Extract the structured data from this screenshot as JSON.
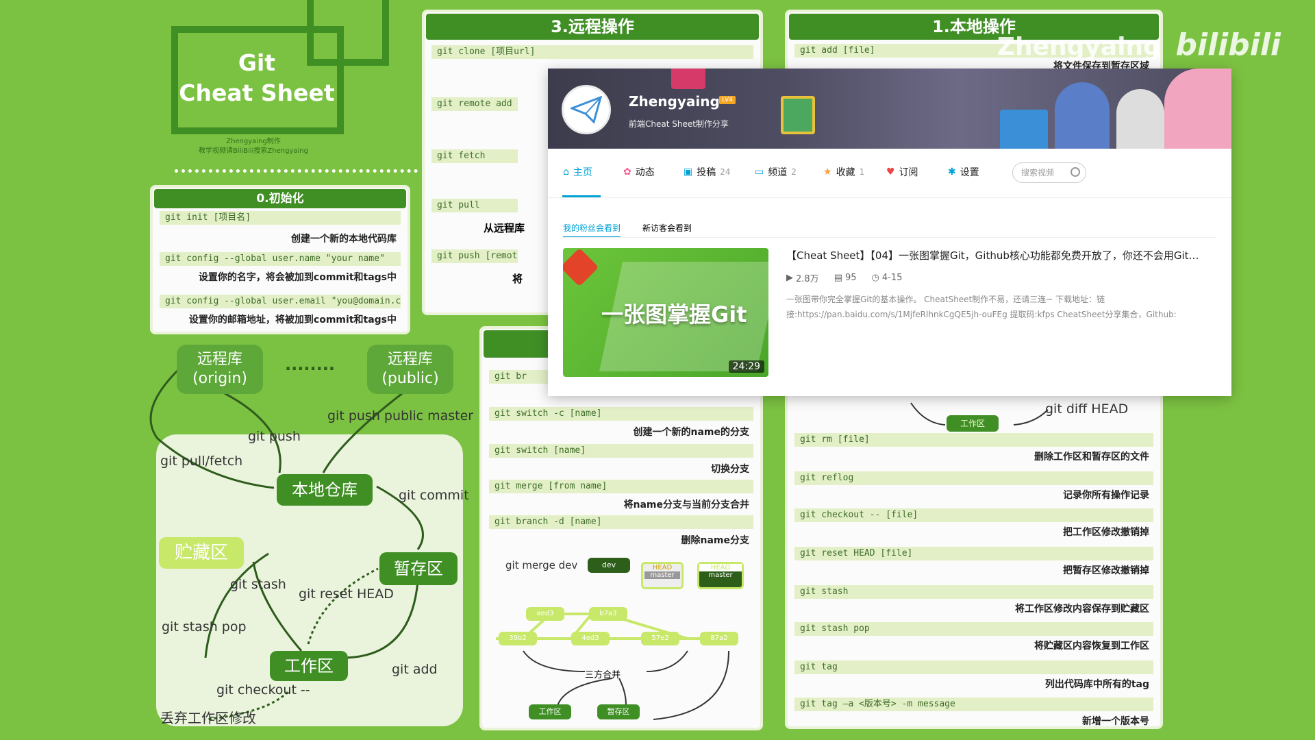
{
  "logo": {
    "line1": "Git",
    "line2": "Cheat Sheet",
    "credit1": "Zhengyaing制作",
    "credit2": "教学视频请BiliBili搜索Zhengyaing"
  },
  "init_panel": {
    "title": "0.初始化",
    "rows": [
      {
        "cmd": "git init [项目名]",
        "desc": "创建一个新的本地代码库"
      },
      {
        "cmd": "git config --global user.name \"your name\"",
        "desc": "设置你的名字，将会被加到commit和tags中"
      },
      {
        "cmd": "git config --global user.email \"you@domain.com\"",
        "desc": "设置你的邮箱地址，将被加到commit和tags中"
      }
    ]
  },
  "remote_panel": {
    "title": "3.远程操作",
    "cmds": [
      "git clone [项目url]",
      "git remote add <re",
      "git fetch",
      "git pull",
      "git push [remote] ["
    ],
    "pull_desc": "从远程库",
    "push_desc": "将"
  },
  "local_panel": {
    "title": "1.本地操作",
    "first_cmd": "git add [file]",
    "first_desc": "将文件保存到暂存区域",
    "diagram_label": "工作区",
    "diff_label": "git diff HEAD",
    "rows": [
      {
        "cmd": "git rm [file]",
        "desc": "删除工作区和暂存区的文件"
      },
      {
        "cmd": "git reflog",
        "desc": "记录你所有操作记录"
      },
      {
        "cmd": "git checkout -- [file]",
        "desc": "把工作区修改撤销掉"
      },
      {
        "cmd": "git reset HEAD [file]",
        "desc": "把暂存区修改撤销掉"
      },
      {
        "cmd": "git stash",
        "desc": "将工作区修改内容保存到贮藏区"
      },
      {
        "cmd": "git stash pop",
        "desc": "将贮藏区内容恢复到工作区"
      },
      {
        "cmd": "git tag",
        "desc": "列出代码库中所有的tag"
      },
      {
        "cmd": "git tag —a <版本号> -m message",
        "desc": "新增一个版本号"
      }
    ]
  },
  "branch_panel": {
    "rows": [
      {
        "cmd": "git br",
        "desc": ""
      },
      {
        "cmd": "git switch -c [name]",
        "desc": "创建一个新的name的分支"
      },
      {
        "cmd": "git switch [name]",
        "desc": "切换分支"
      },
      {
        "cmd": "git merge [from name]",
        "desc": "将name分支与当前分支合并"
      },
      {
        "cmd": "git branch -d [name]",
        "desc": "删除name分支"
      }
    ],
    "merge_label": "git merge dev",
    "nodes": [
      "aed3",
      "b7a3",
      "39b2",
      "4ed3",
      "57e2",
      "87a2"
    ],
    "dev": "dev",
    "head": "HEAD",
    "master": "master",
    "three_way": "三方合并",
    "workspace": "工作区",
    "staging": "暂存区"
  },
  "flow": {
    "origin": "远程库\n(origin)",
    "origin1": "远程库",
    "origin2": "(origin)",
    "public1": "远程库",
    "public2": "(public)",
    "dots": "........",
    "local_repo": "本地仓库",
    "stash_area": "贮藏区",
    "staging": "暂存区",
    "workspace": "工作区",
    "push_public": "git push public master",
    "push": "git push",
    "pull_fetch": "git pull/fetch",
    "commit": "git commit",
    "stash": "git stash",
    "reset_head": "git reset HEAD",
    "stash_pop": "git stash pop",
    "add": "git add",
    "checkout": "git checkout --",
    "discard": "丢弃工作区修改"
  },
  "bili": {
    "username": "Zhengyaing",
    "level": "LV4",
    "sign": "前端Cheat Sheet制作分享",
    "nav": [
      {
        "label": "主页",
        "count": "",
        "icon": "home-icon"
      },
      {
        "label": "动态",
        "count": "",
        "icon": "dynamic-icon"
      },
      {
        "label": "投稿",
        "count": "24",
        "icon": "upload-icon"
      },
      {
        "label": "频道",
        "count": "2",
        "icon": "channel-icon"
      },
      {
        "label": "收藏",
        "count": "1",
        "icon": "star-icon"
      },
      {
        "label": "订阅",
        "count": "",
        "icon": "heart-icon"
      },
      {
        "label": "设置",
        "count": "",
        "icon": "gear-icon"
      }
    ],
    "search_placeholder": "搜索视频",
    "tab_fans": "我的粉丝会看到",
    "tab_visitors": "新访客会看到",
    "video": {
      "thumb_title": "一张图掌握Git",
      "duration": "24:29",
      "title": "【Cheat Sheet】【04】一张图掌握Git，Github核心功能都免费开放了，你还不会用Git…",
      "plays": "2.8万",
      "danmaku": "95",
      "date": "4-15",
      "desc1": "一张图带你完全掌握Git的基本操作。 CheatSheet制作不易，还请三连~ 下载地址：链",
      "desc2": "接:https://pan.baidu.com/s/1MjfeRlhnkCgQE5jh-ouFEg 提取码:kfps CheatSheet分享集合，Github:"
    }
  },
  "watermark": {
    "name": "Zhengyaing",
    "brand": "bilibili"
  },
  "colors": {
    "dark_green": "#3f8f25",
    "light_green": "#c8e86a",
    "bg": "#7cc242",
    "bili_blue": "#00a1d6"
  }
}
